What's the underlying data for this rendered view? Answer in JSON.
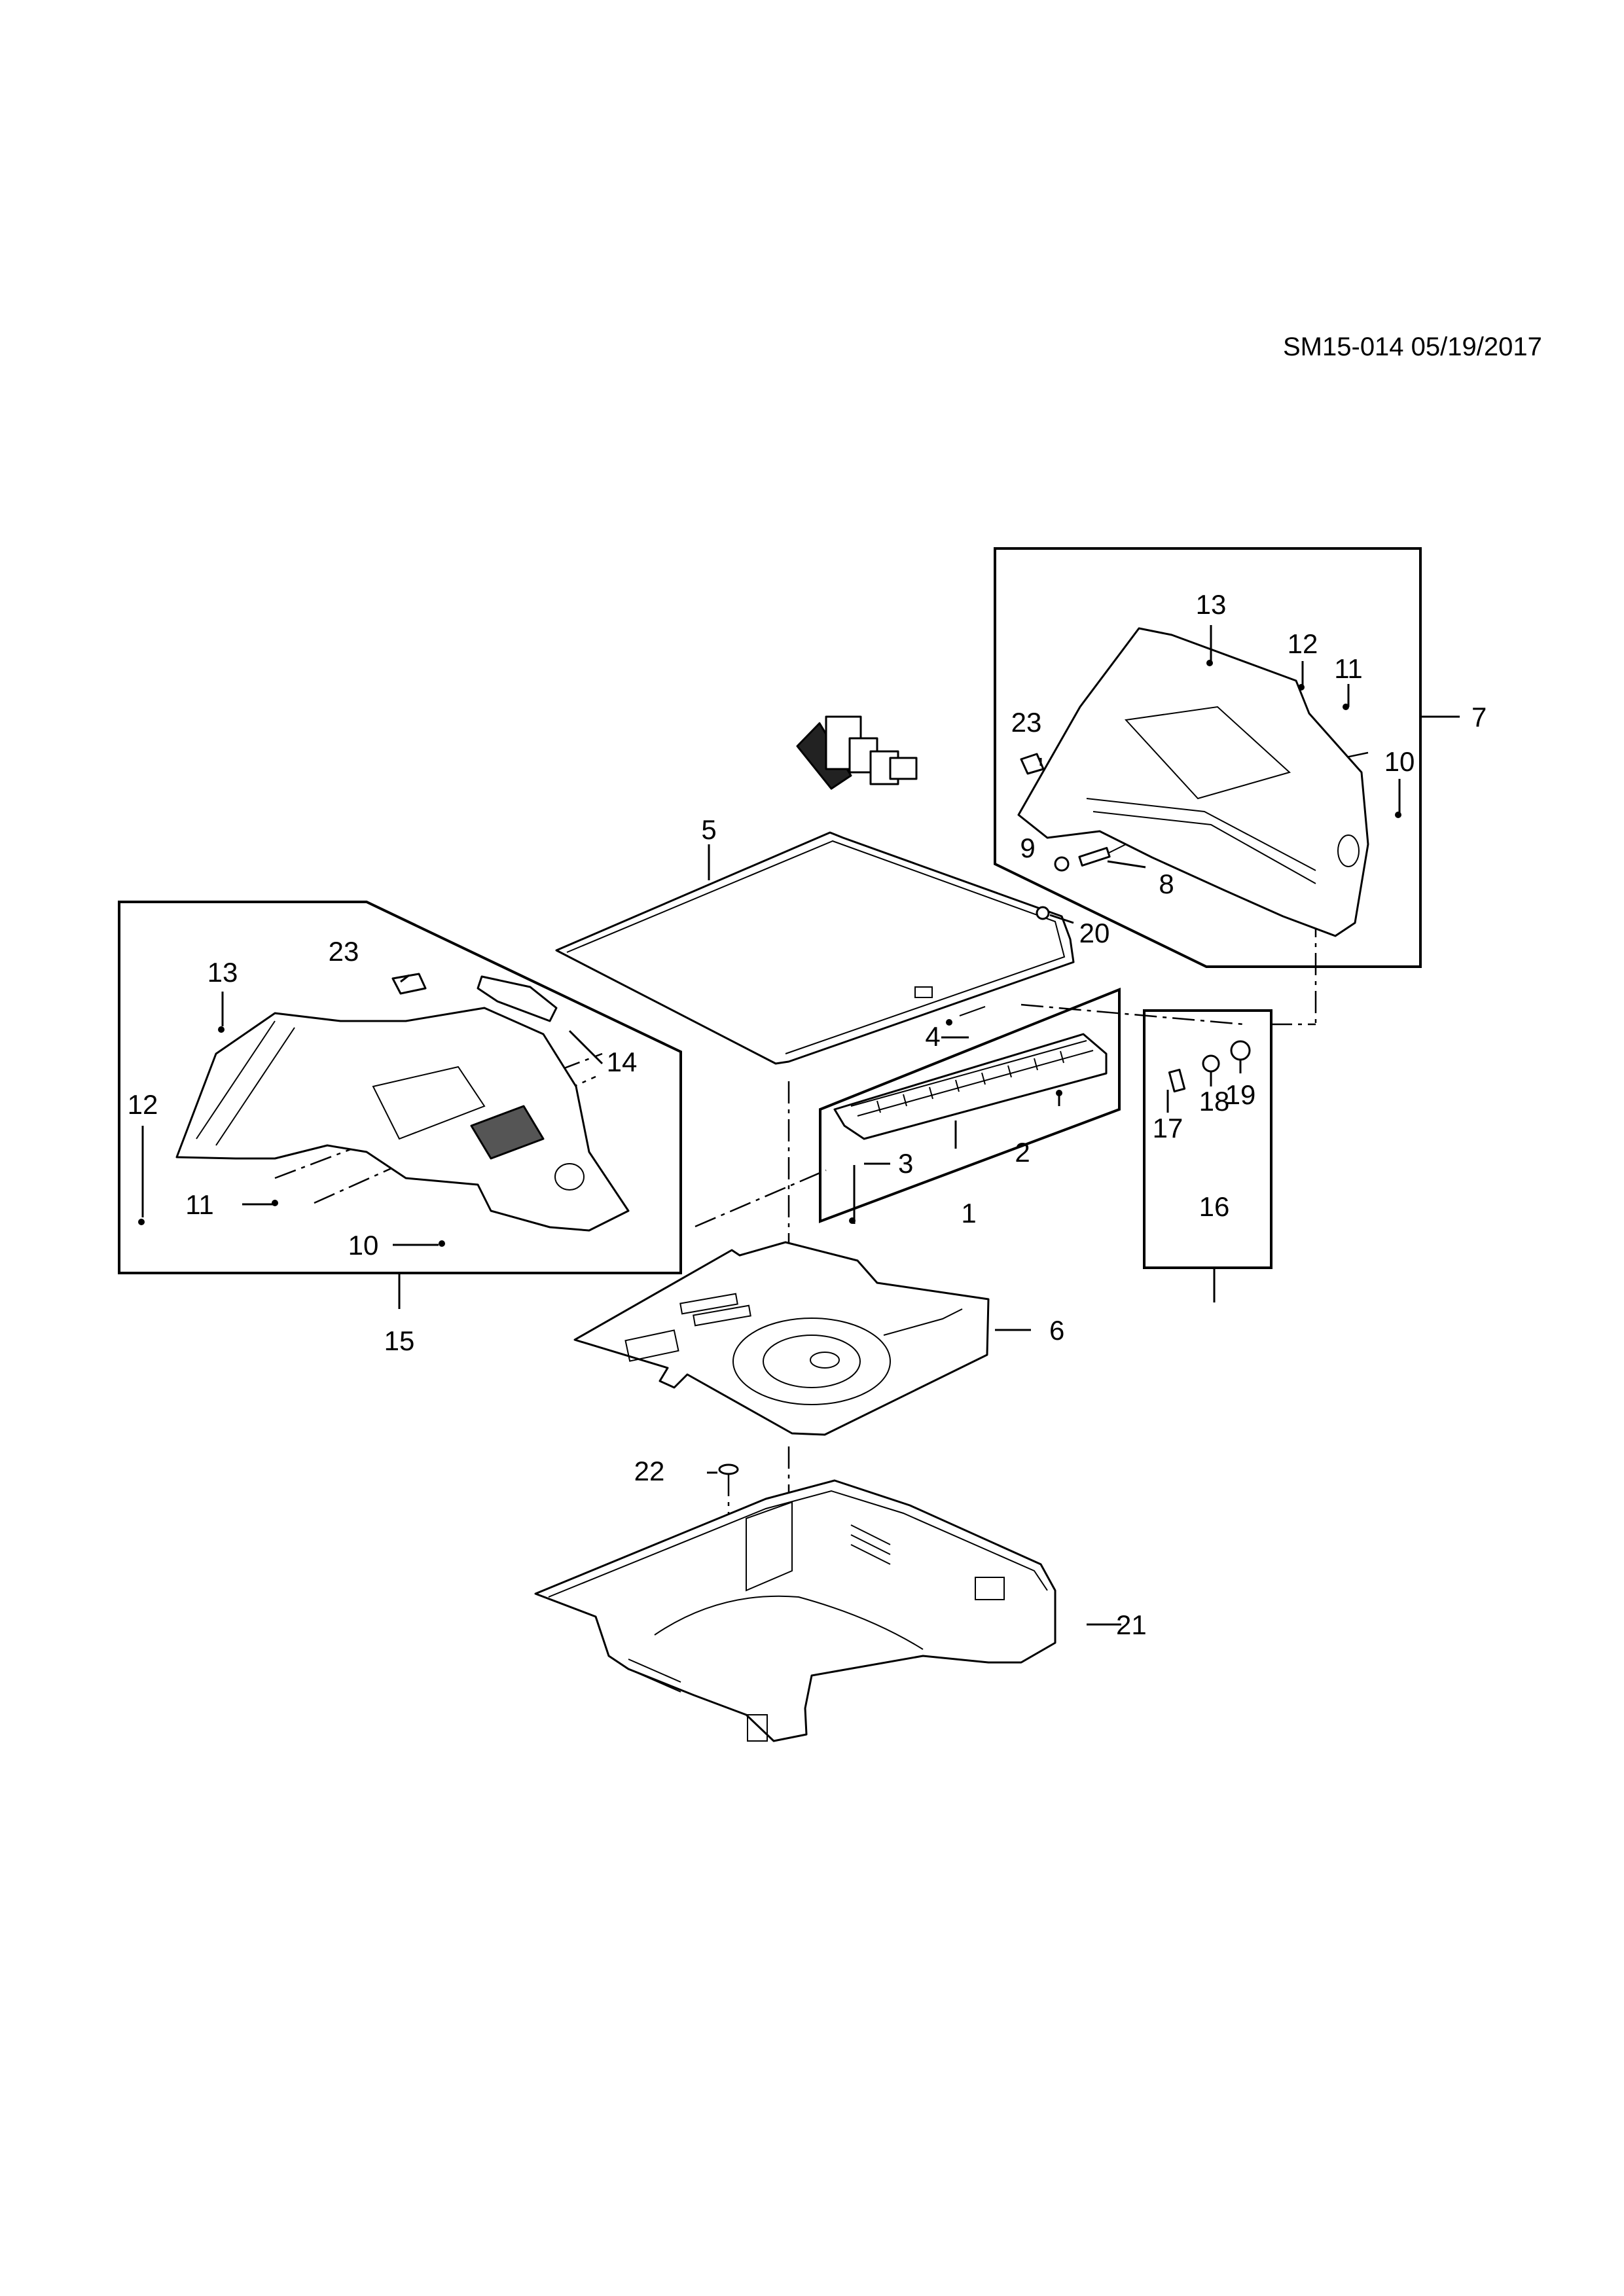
{
  "header": {
    "reference": "SM15-014 05/19/2017"
  },
  "callouts": {
    "c1": "1",
    "c2": "2",
    "c3": "3",
    "c4": "4",
    "c5": "5",
    "c6": "6",
    "c7": "7",
    "c8": "8",
    "c9": "9",
    "c10a": "10",
    "c10b": "10",
    "c11a": "11",
    "c11b": "11",
    "c12a": "12",
    "c12b": "12",
    "c13a": "13",
    "c13b": "13",
    "c14": "14",
    "c15": "15",
    "c16": "16",
    "c17": "17",
    "c18": "18",
    "c19": "19",
    "c20": "20",
    "c21": "21",
    "c22": "22",
    "c23a": "23",
    "c23b": "23"
  },
  "icons": {
    "orientation_marker": "front-arrow-icon"
  }
}
